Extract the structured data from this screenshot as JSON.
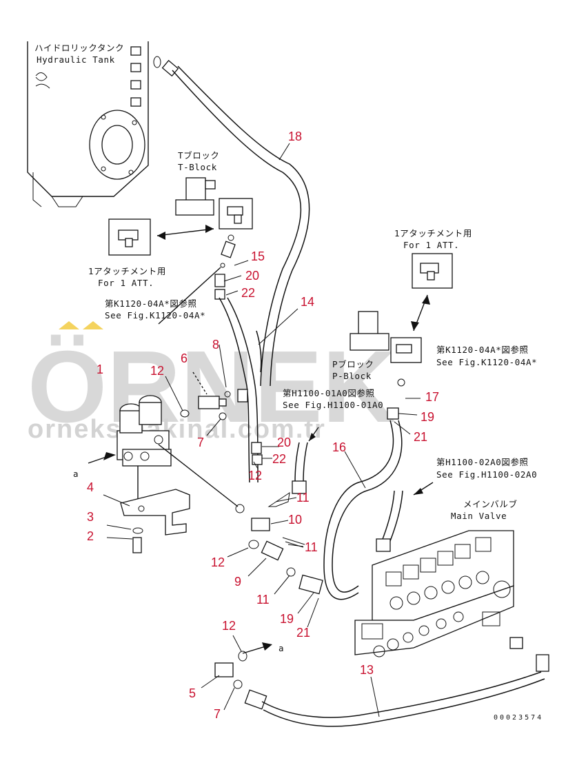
{
  "watermark": {
    "main": "ÖRNEK",
    "sub": "orneksmakinaI.com.tr"
  },
  "labels": {
    "hydraulic_tank_jp": "ハイドロリックタンク",
    "hydraulic_tank_en": "Hydraulic Tank",
    "t_block_jp": "Tブロック",
    "t_block_en": "T-Block",
    "for_1att_jp_left": "1アタッチメント用",
    "for_1att_en_left": "For 1 ATT.",
    "see_fig_k1120_jp_left": "第K1120-04A*図参照",
    "see_fig_k1120_en_left": "See Fig.K1120-04A*",
    "for_1att_jp_right": "1アタッチメント用",
    "for_1att_en_right": "For 1 ATT.",
    "p_block_jp": "Pブロック",
    "p_block_en": "P-Block",
    "see_fig_k1120_jp_right": "第K1120-04A*図参照",
    "see_fig_k1120_en_right": "See Fig.K1120-04A*",
    "see_fig_h1100_01_jp": "第H1100-01A0図参照",
    "see_fig_h1100_01_en": "See Fig.H1100-01A0",
    "see_fig_h1100_02_jp": "第H1100-02A0図参照",
    "see_fig_h1100_02_en": "See Fig.H1100-02A0",
    "main_valve_jp": "メインバルブ",
    "main_valve_en": "Main Valve",
    "view_a_1": "a",
    "view_a_2": "a",
    "drawing_code": "00023574"
  },
  "callouts": {
    "c18": "18",
    "c15": "15",
    "c20a": "20",
    "c22a": "22",
    "c14": "14",
    "c8": "8",
    "c6": "6",
    "c1": "1",
    "c12a": "12",
    "c7a": "7",
    "c20b": "20",
    "c22b": "22",
    "c12b": "12",
    "c17": "17",
    "c19a": "19",
    "c21a": "21",
    "c16": "16",
    "c11a": "11",
    "c10": "10",
    "c11b": "11",
    "c4": "4",
    "c3": "3",
    "c2": "2",
    "c12c": "12",
    "c9": "9",
    "c11c": "11",
    "c19b": "19",
    "c21b": "21",
    "c12d": "12",
    "c13": "13",
    "c5": "5",
    "c7b": "7"
  }
}
